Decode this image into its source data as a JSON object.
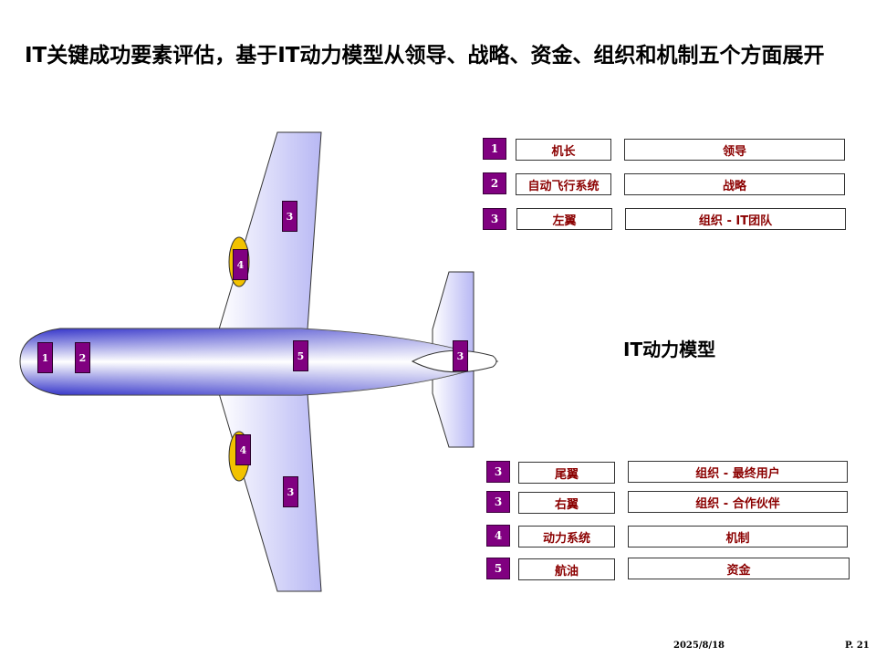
{
  "title": "IT关键成功要素评估，基于IT动力模型从领导、战略、资金、组织和机制五个方面展开",
  "model_label": "IT动力模型",
  "colors": {
    "badge": "#800080",
    "box_text": "#8b0000",
    "fuselage": "#3333cc",
    "engine": "#f2c200"
  },
  "plane_labels": {
    "nose": "1",
    "cockpit": "2",
    "body": "5",
    "tail": "3",
    "upper_wing": "3",
    "lower_wing": "3",
    "upper_engine": "4",
    "lower_engine": "4"
  },
  "legend_top": [
    {
      "num": "1",
      "part": "机长",
      "role": "领导"
    },
    {
      "num": "2",
      "part": "自动飞行系统",
      "role": "战略"
    },
    {
      "num": "3",
      "part": "左翼",
      "role": "组织 - IT团队"
    }
  ],
  "legend_bottom": [
    {
      "num": "3",
      "part": "尾翼",
      "role": "组织 - 最终用户"
    },
    {
      "num": "3",
      "part": "右翼",
      "role": "组织 - 合作伙伴"
    },
    {
      "num": "4",
      "part": "动力系统",
      "role": "机制"
    },
    {
      "num": "5",
      "part": "航油",
      "role": "资金"
    }
  ],
  "footer": {
    "date": "2025/8/18",
    "page": "P. 21"
  }
}
